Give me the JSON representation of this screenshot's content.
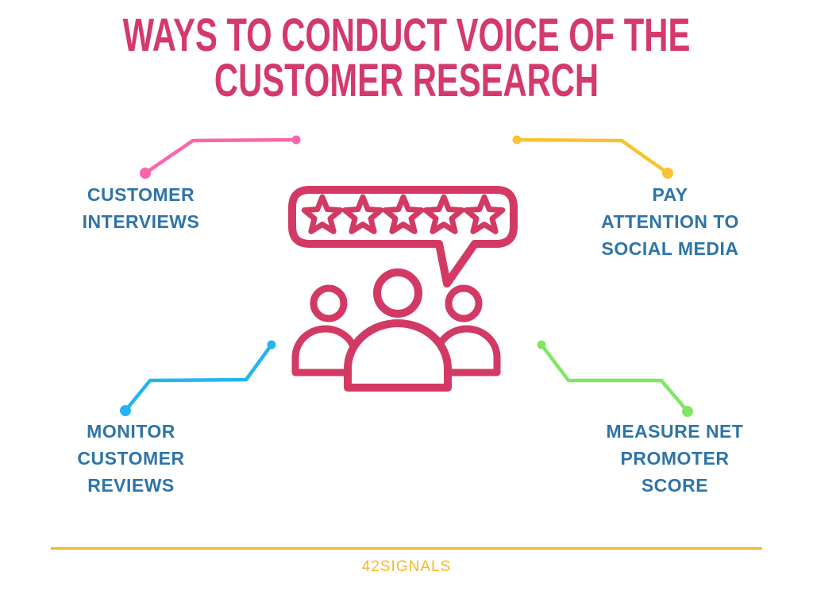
{
  "page": {
    "background_color": "#ffffff"
  },
  "title": {
    "line1": "WAYS TO CONDUCT VOICE OF THE",
    "line2": "CUSTOMER RESEARCH",
    "color": "#d4396b"
  },
  "center_icon": {
    "name": "people-with-five-star-review-bubble-icon",
    "description": "outline of three people below a speech bubble containing five stars",
    "color": "#d23a64",
    "stars": 5
  },
  "label_color": "#2e74a8",
  "methods": [
    {
      "position": "top-left",
      "lines": [
        "CUSTOMER",
        "INTERVIEWS"
      ],
      "connector_color": "#f966ac"
    },
    {
      "position": "top-right",
      "lines": [
        "PAY",
        "ATTENTION TO",
        "SOCIAL MEDIA"
      ],
      "connector_color": "#f9c233"
    },
    {
      "position": "bottom-left",
      "lines": [
        "MONITOR",
        "CUSTOMER",
        "REVIEWS"
      ],
      "connector_color": "#25b4f2"
    },
    {
      "position": "bottom-right",
      "lines": [
        "MEASURE NET",
        "PROMOTER",
        "SCORE"
      ],
      "connector_color": "#7fe664"
    }
  ],
  "footer": {
    "brand": "42SIGNALS",
    "accent_color": "#f5b52b"
  }
}
